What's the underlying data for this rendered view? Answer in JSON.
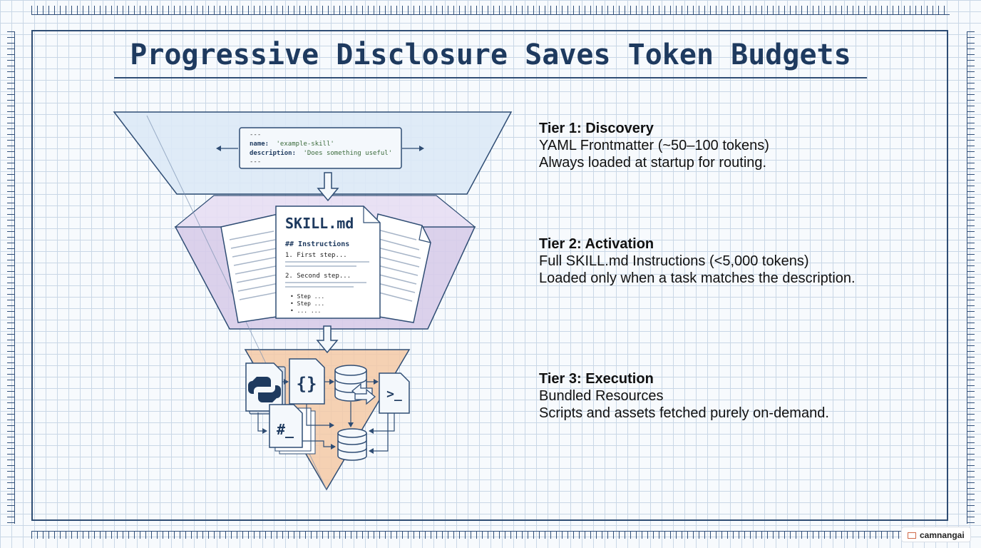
{
  "title": "Progressive Disclosure Saves Token Budgets",
  "tiers": [
    {
      "heading": "Tier 1: Discovery",
      "line1": "YAML Frontmatter (~50–100 tokens)",
      "line2": "Always loaded at startup for routing."
    },
    {
      "heading": "Tier 2: Activation",
      "line1": "Full SKILL.md Instructions (<5,000 tokens)",
      "line2": "Loaded only when a task matches the description."
    },
    {
      "heading": "Tier 3: Execution",
      "line1": "Bundled Resources",
      "line2": "Scripts and assets fetched purely on-demand."
    }
  ],
  "frontmatter": {
    "dash_top": "---",
    "name_key": "name:",
    "name_val": "'example-skill'",
    "desc_key": "description:",
    "desc_val": "'Does something useful'",
    "dash_bottom": "---"
  },
  "skill_doc": {
    "title": "SKILL.md",
    "section": "## Instructions",
    "step1": "1. First step...",
    "step2": "2. Second step...",
    "bullet1": "• Step ...",
    "bullet2": "• Step ...",
    "bullet3": "• ... ..."
  },
  "resources": {
    "json_glyph": "{}",
    "terminal_glyph": ">_",
    "shell_glyph": "#_",
    "icons": [
      "python-icon",
      "json-file-icon",
      "database-icon",
      "terminal-icon",
      "shell-script-icon"
    ]
  },
  "badge": "camnangai",
  "colors": {
    "tier1": "#dce9f6",
    "tier2": "#d7cce9",
    "tier3": "#f5c9a6",
    "outline": "#2f4d74",
    "title": "#1e3a5f"
  }
}
